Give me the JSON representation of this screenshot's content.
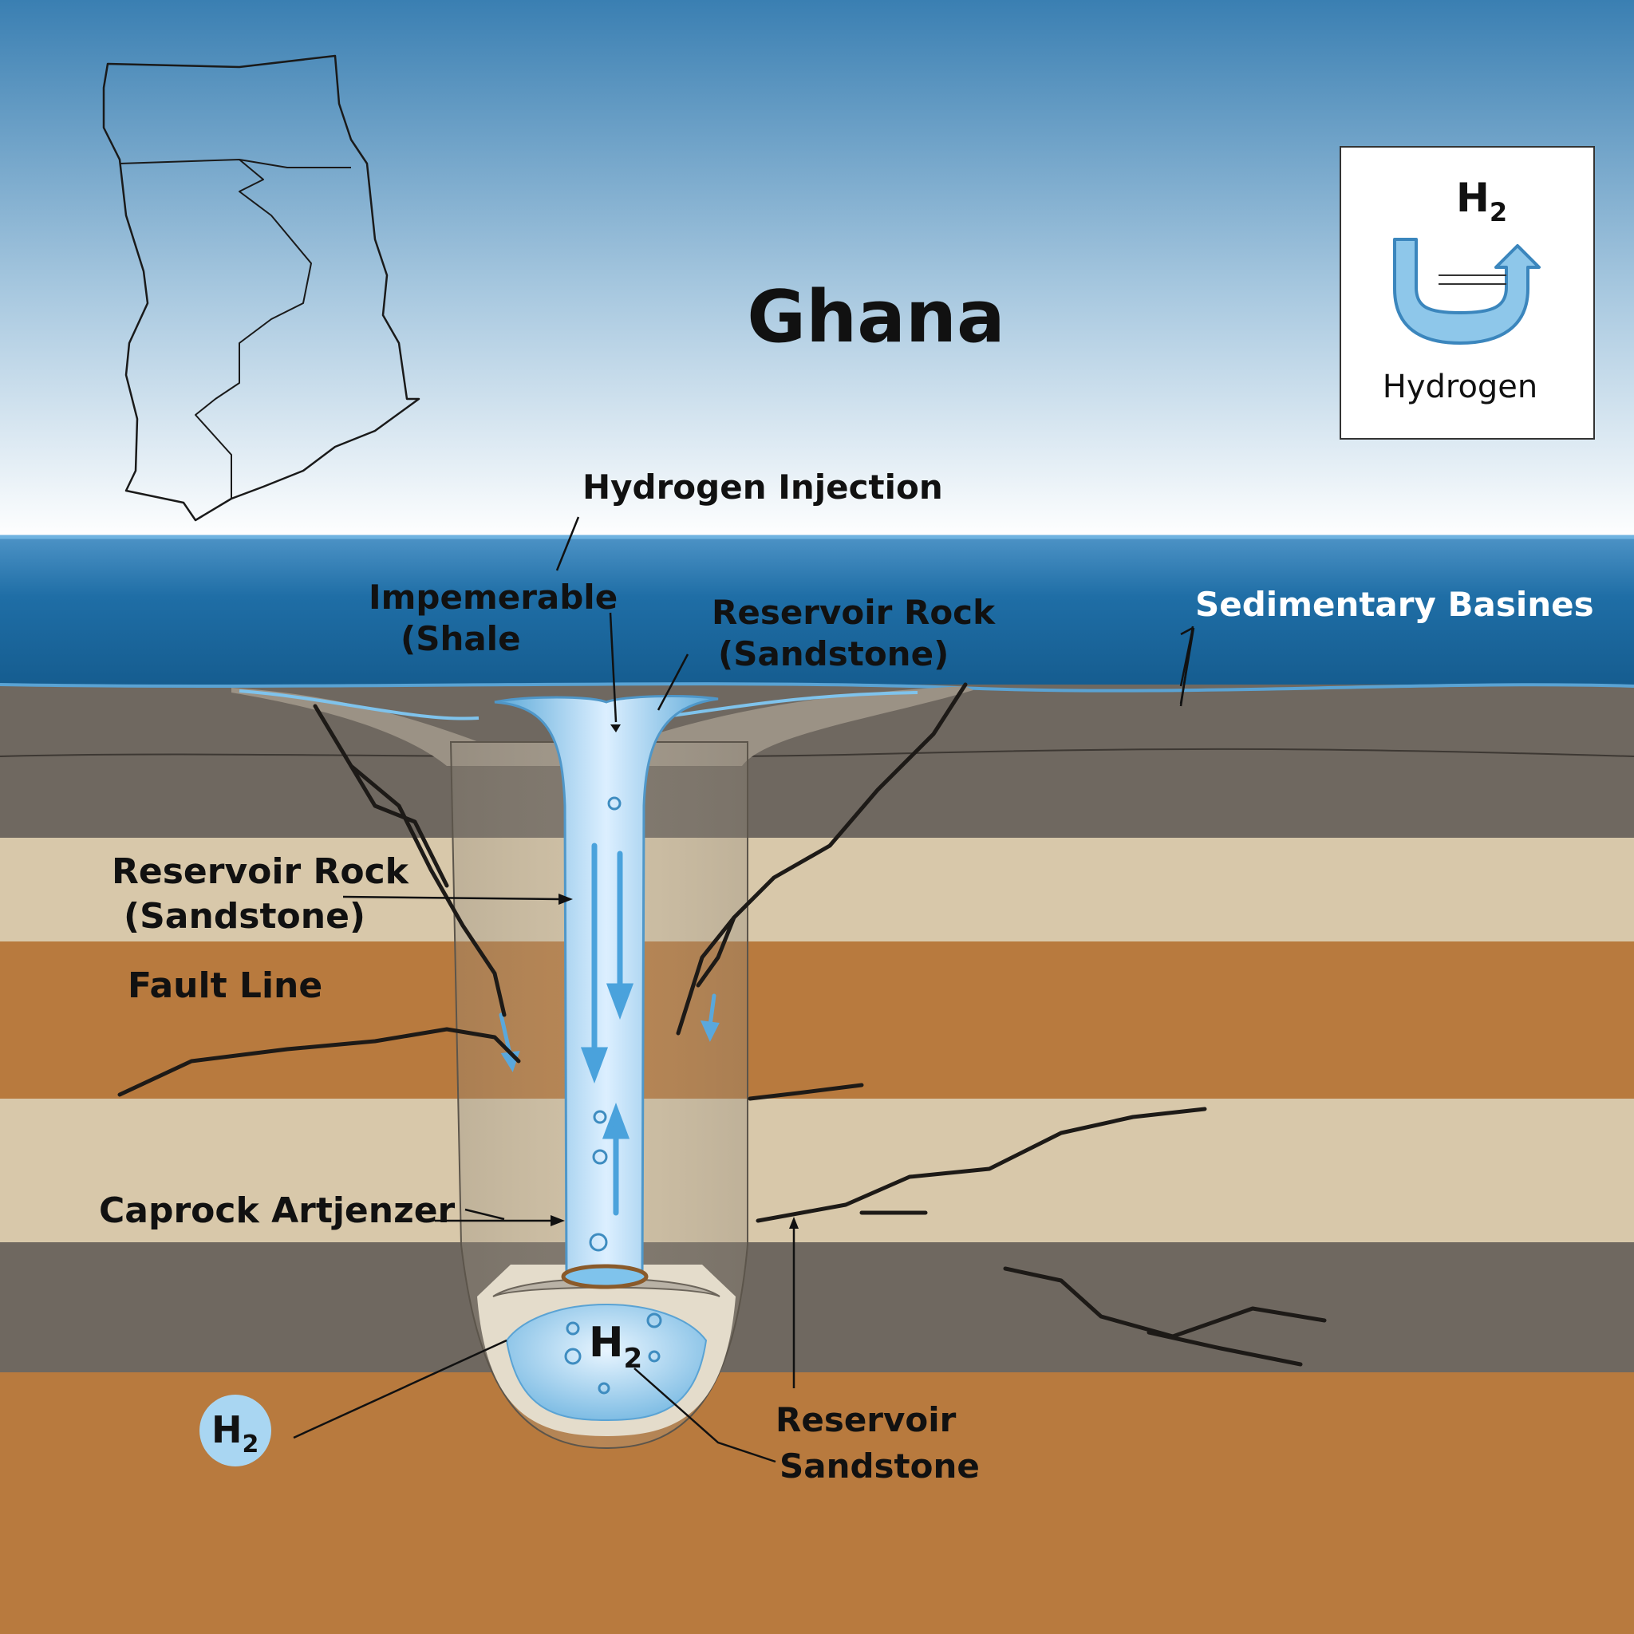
{
  "title": "Ghana",
  "legend": {
    "formula": "H",
    "subscript": "2",
    "caption": "Hydrogen"
  },
  "labels": {
    "injection": "Hydrogen Injection",
    "shale_line1": "Impemerable",
    "shale_line2": "(Shale",
    "reservoir_top_line1": "Reservoir Rock",
    "reservoir_top_line2": "(Sandstone)",
    "sedimentary": "Sedimentary Basines",
    "reservoir_left_line1": "Reservoir Rock",
    "reservoir_left_line2": "(Sandstone)",
    "fault": "Fault Line",
    "caprock": "Caprock Artjenzer",
    "reservoir_bottom_line1": "Reservoir",
    "reservoir_bottom_line2": "Sandstone"
  },
  "hydrogen_symbol": {
    "letter": "H",
    "subscript": "2"
  },
  "colors": {
    "sky_top": "#3a7fb2",
    "sea": "#1f6ea6",
    "dark_rock": "#6f6860",
    "sandstone": "#d8c8aa",
    "clay": "#b87a3e",
    "hydrogen": "#8ec7ea"
  }
}
